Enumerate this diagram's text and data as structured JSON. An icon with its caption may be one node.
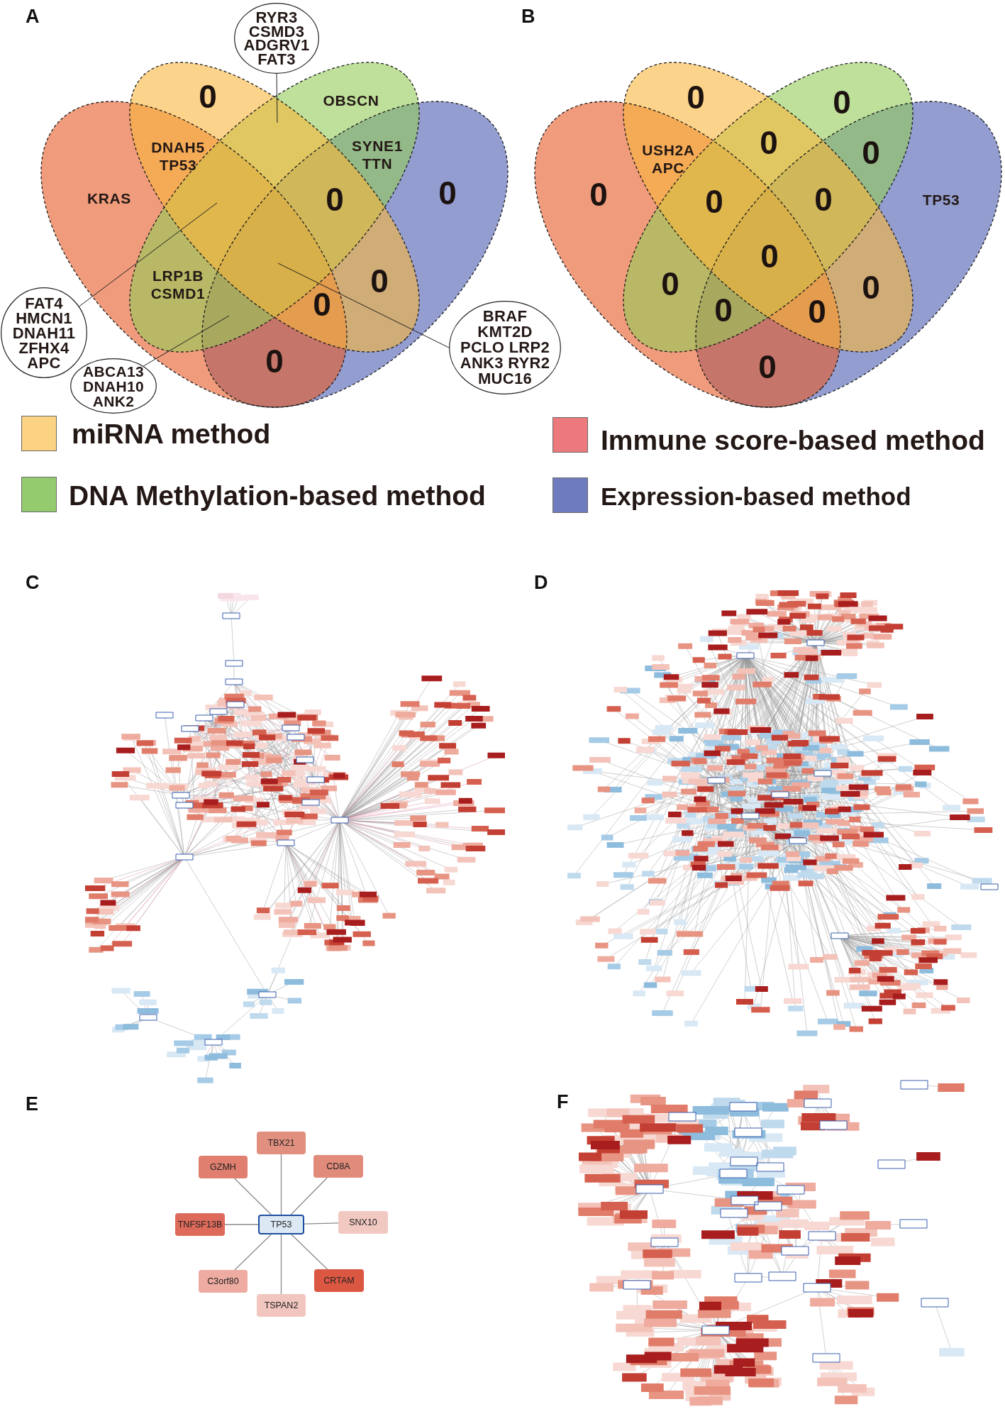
{
  "diagram": {
    "nodes": [
      {
        "text": [
          "RYR3 CSMD3 ADGRV1 FAT3"
        ]
      },
      {
        "text": [
          "FAT4 HMCN1 DNAH11 ZFHX4 APC"
        ]
      },
      {
        "text": [
          "BRAF KMT2D PCLO LRP2 ANK3 RYR2 MUC16"
        ]
      },
      {
        "text": [
          "ABCA13 DNAH10 ANK2"
        ]
      },
      {
        "text": [
          "TBX21"
        ]
      },
      {
        "text": [
          "GZMH"
        ]
      },
      {
        "text": [
          "CD8A"
        ]
      },
      {
        "text": [
          "TNFSF13B"
        ]
      },
      {
        "text": [
          "TP53"
        ]
      },
      {
        "text": [
          "SNX10"
        ]
      },
      {
        "text": [
          "C3orf80"
        ]
      },
      {
        "text": [
          "CRTAM"
        ]
      },
      {
        "text": [
          "TSPAN2"
        ]
      }
    ],
    "edges": [
      {
        "from": 0,
        "to": null,
        "arrow": "none",
        "color": "#222222"
      },
      {
        "from": 1,
        "to": null,
        "arrow": "none",
        "color": "#222222"
      },
      {
        "from": 2,
        "to": null,
        "arrow": "none",
        "color": "#222222"
      },
      {
        "from": 3,
        "to": null,
        "arrow": "none",
        "color": "#222222"
      },
      {
        "from": 8,
        "to": 4,
        "arrow": "none"
      },
      {
        "from": 8,
        "to": 5,
        "arrow": "none"
      },
      {
        "from": 8,
        "to": 6,
        "arrow": "none"
      },
      {
        "from": 8,
        "to": 7,
        "arrow": "none"
      },
      {
        "from": 8,
        "to": 9,
        "arrow": "none"
      },
      {
        "from": 8,
        "to": 10,
        "arrow": "none"
      },
      {
        "from": 8,
        "to": 11,
        "arrow": "none"
      },
      {
        "from": 8,
        "to": 12,
        "arrow": "none"
      }
    ],
    "labels": [
      "A",
      "0",
      "OBSCN",
      "DNAH5 TP53",
      "SYNE1 TTN",
      "KRAS",
      "0",
      "0",
      "LRP1B CSMD1",
      "0",
      "0",
      "0",
      "B",
      "0",
      "0",
      "USH2A APC",
      "0",
      "0",
      "0",
      "0",
      "0",
      "TP53",
      "0",
      "0",
      "0",
      "0",
      "0",
      "0",
      "C",
      "D",
      "E",
      "F"
    ],
    "legend": [
      {
        "text": "miRNA method",
        "color": "#fcd283"
      },
      {
        "text": "Immune score-based method",
        "color": "#ec797b"
      },
      {
        "text": "DNA Methylation-based method",
        "color": "#94cb6e"
      },
      {
        "text": "Expression-based method",
        "color": "#6e7bbf"
      }
    ]
  }
}
